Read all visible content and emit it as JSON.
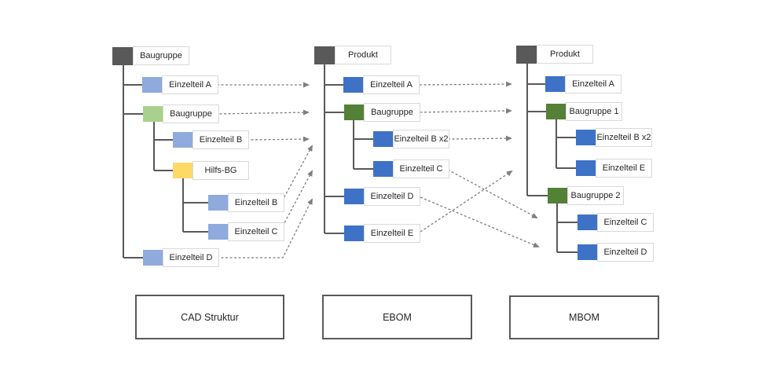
{
  "colors": {
    "dark_gray": "#595959",
    "light_blue": "#8FAADC",
    "light_green": "#A9D18E",
    "yellow": "#FFD966",
    "blue": "#3E72C6",
    "green": "#538135",
    "line": "#595959",
    "arrow": "#7F7F7F",
    "label_border": "#D9D9D9",
    "box_border": "#595959"
  },
  "trees": {
    "cad": {
      "title": "CAD Struktur",
      "root": "Baugruppe",
      "nodes": [
        {
          "label": "Einzelteil A"
        },
        {
          "label": "Baugruppe"
        },
        {
          "label": "Einzelteil B"
        },
        {
          "label": "Hilfs-BG"
        },
        {
          "label": "Einzelteil B"
        },
        {
          "label": "Einzelteil C"
        },
        {
          "label": "Einzelteil D"
        }
      ]
    },
    "ebom": {
      "title": "EBOM",
      "root": "Produkt",
      "nodes": [
        {
          "label": "Einzelteil A"
        },
        {
          "label": "Baugruppe"
        },
        {
          "label": "Einzelteil B x2"
        },
        {
          "label": "Einzelteil C"
        },
        {
          "label": "Einzelteil D"
        },
        {
          "label": "Einzelteil E"
        }
      ]
    },
    "mbom": {
      "title": "MBOM",
      "root": "Produkt",
      "nodes": [
        {
          "label": "Einzelteil A"
        },
        {
          "label": "Baugruppe 1"
        },
        {
          "label": "Einzelteil B x2"
        },
        {
          "label": "Einzelteil E"
        },
        {
          "label": "Baugruppe 2"
        },
        {
          "label": "Einzelteil C"
        },
        {
          "label": "Einzelteil D"
        }
      ]
    }
  },
  "mappings": {
    "cad_to_ebom": [
      {
        "from": "Einzelteil A",
        "to": "Einzelteil A"
      },
      {
        "from": "Baugruppe",
        "to": "Baugruppe"
      },
      {
        "from": "Einzelteil B",
        "to": "Einzelteil B x2"
      },
      {
        "from": "Einzelteil B (Hilfs-BG)",
        "to": "Einzelteil B x2"
      },
      {
        "from": "Einzelteil C",
        "to": "Einzelteil C"
      },
      {
        "from": "Einzelteil D",
        "to": "Einzelteil D"
      }
    ],
    "ebom_to_mbom": [
      {
        "from": "Einzelteil A",
        "to": "Einzelteil A"
      },
      {
        "from": "Baugruppe",
        "to": "Baugruppe 1"
      },
      {
        "from": "Einzelteil B x2",
        "to": "Einzelteil B x2"
      },
      {
        "from": "Einzelteil C",
        "to": "Einzelteil C"
      },
      {
        "from": "Einzelteil D",
        "to": "Einzelteil D"
      },
      {
        "from": "Einzelteil E",
        "to": "Einzelteil E"
      }
    ]
  }
}
